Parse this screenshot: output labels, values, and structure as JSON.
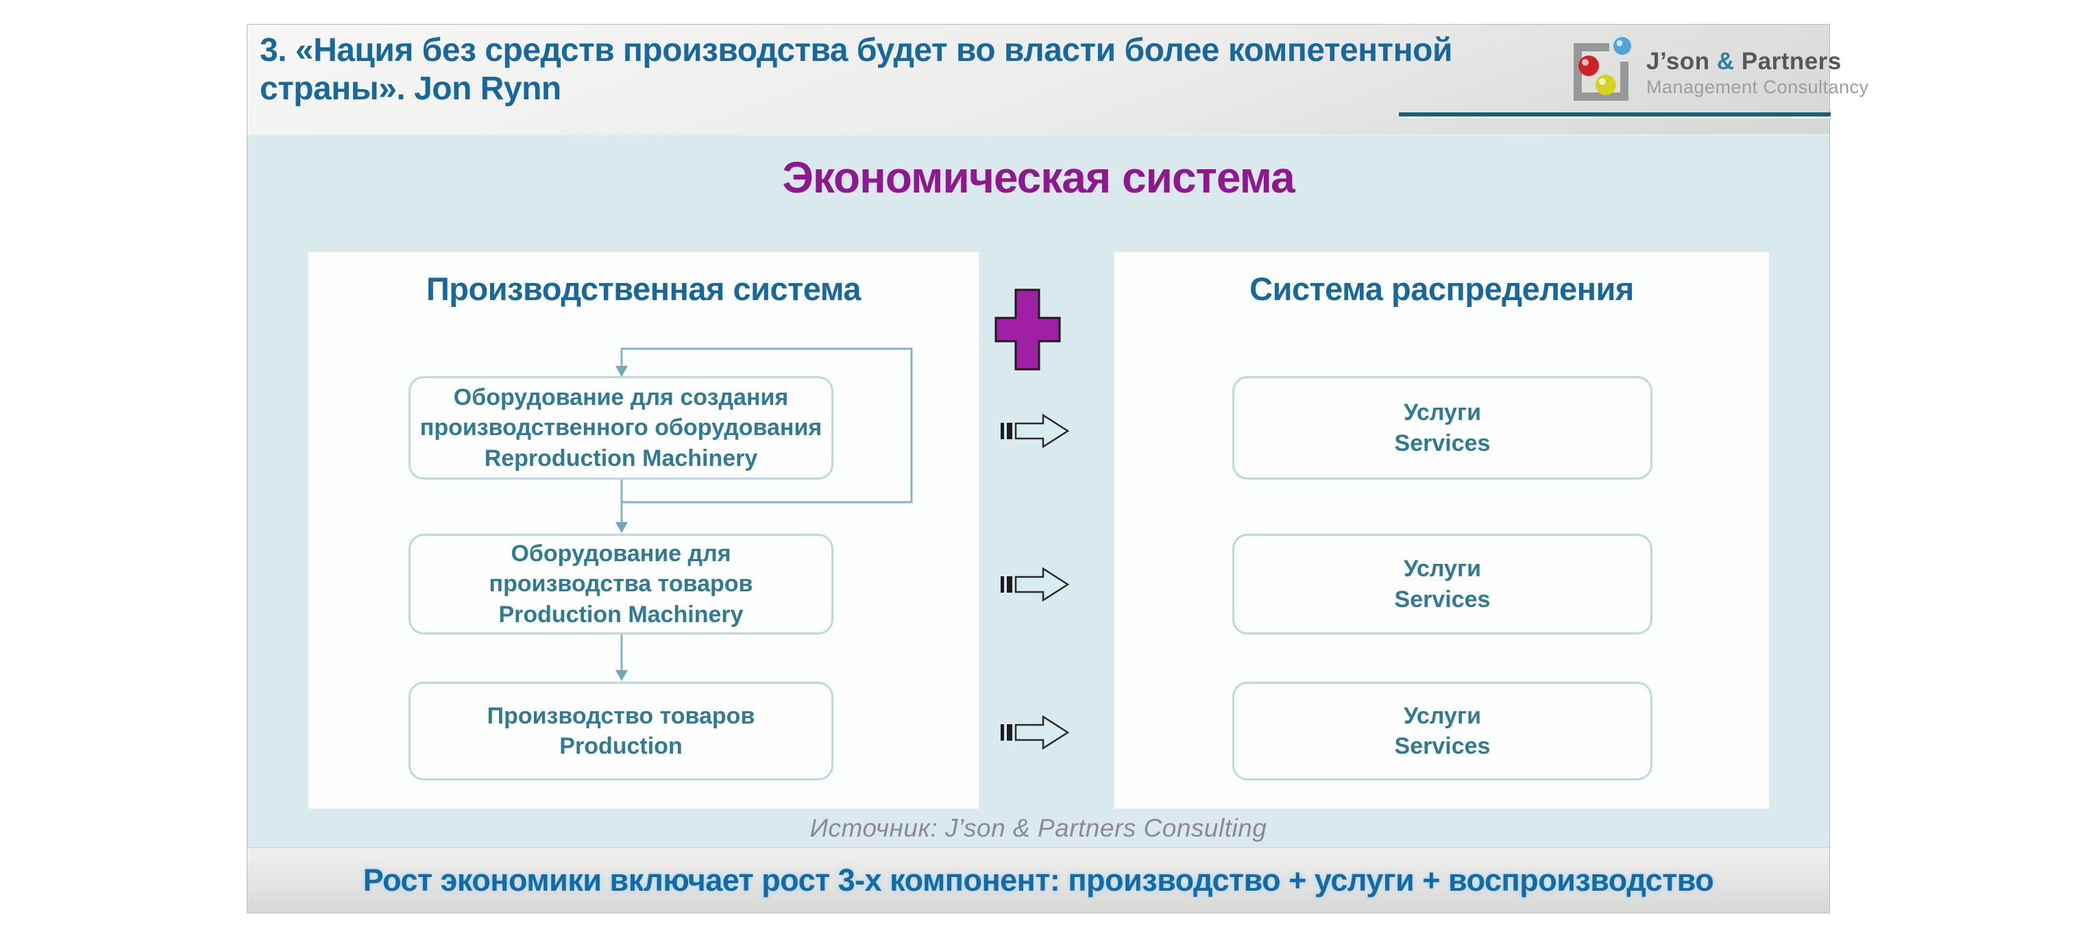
{
  "slide": {
    "header": {
      "title": "3. «Нация без средств производства будет во власти более компетентной страны». Jon Rynn",
      "logo": {
        "name_prefix": "J’son ",
        "amp": "&",
        "name_suffix": " Partners",
        "subtitle": "Management Consultancy"
      }
    },
    "main_title": "Экономическая система",
    "left_panel": {
      "title": "Производственная система",
      "boxes": [
        {
          "lines": [
            "Оборудование для создания",
            "производственного оборудования",
            "Reproduction Machinery"
          ]
        },
        {
          "lines": [
            "Оборудование для",
            "производства товаров",
            "Production Machinery"
          ]
        },
        {
          "lines": [
            "Производство товаров",
            "Production"
          ]
        }
      ]
    },
    "right_panel": {
      "title": "Система распределения",
      "boxes": [
        {
          "lines": [
            "Услуги",
            "Services"
          ]
        },
        {
          "lines": [
            "Услуги",
            "Services"
          ]
        },
        {
          "lines": [
            "Услуги",
            "Services"
          ]
        }
      ]
    },
    "source": "Источник: J’son & Partners Consulting",
    "footer": "Рост экономики включает рост 3-х компонент: производство + услуги + воспроизводство"
  },
  "icons": {
    "logo": "json-partners-logo-icon",
    "plus": "plus-icon",
    "flow_arrow": "striped-right-arrow-icon",
    "connector": "flow-connector-arrows"
  },
  "colors": {
    "header_title_blue": "#17689c",
    "main_title_purple": "#8e188e",
    "box_text_teal": "#2e7b95",
    "box_border_blue": "#b9dae3",
    "body_background_blue": "#d9e9ed",
    "plus_purple": "#a01fa5",
    "connector_blue": "#85b4c6",
    "footer_text_blue": "#1769a4",
    "teal_underline": "#1d6075",
    "logo_accent_blue": "#2e7fa5",
    "logo_sphere_blue": "#4fa4d8",
    "logo_sphere_red": "#cf2128",
    "logo_sphere_yellow": "#d6d31f",
    "source_gray": "#8b8b8b"
  }
}
